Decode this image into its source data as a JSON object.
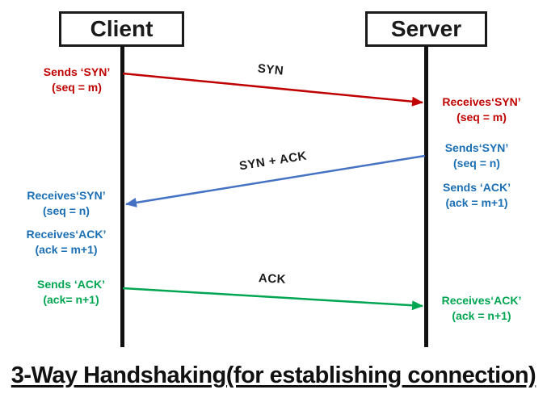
{
  "diagram": {
    "title": "3-Way Handshaking(for establishing connection)",
    "actors": {
      "client": "Client",
      "server": "Server"
    },
    "messages": {
      "syn": "SYN",
      "syn_ack": "SYN + ACK",
      "ack": "ACK"
    },
    "annotations": {
      "client_sends_syn": {
        "line1": "Sends ‘SYN’",
        "line2": "(seq = m)"
      },
      "server_receives_syn": {
        "line1": "Receives‘SYN’",
        "line2": "(seq = m)"
      },
      "server_sends_syn": {
        "line1": "Sends‘SYN’",
        "line2": "(seq = n)"
      },
      "server_sends_ack": {
        "line1": "Sends ‘ACK’",
        "line2": "(ack = m+1)"
      },
      "client_receives_syn": {
        "line1": "Receives‘SYN’",
        "line2": "(seq = n)"
      },
      "client_receives_ack": {
        "line1": "Receives‘ACK’",
        "line2": "(ack = m+1)"
      },
      "client_sends_ack": {
        "line1": "Sends ‘ACK’",
        "line2": "(ack= n+1)"
      },
      "server_receives_ack": {
        "line1": "Receives‘ACK’",
        "line2": "(ack = n+1)"
      }
    },
    "colors": {
      "syn_arrow_red": "#c00000",
      "syn_ack_arrow_blue": "#4472c4",
      "blue_text": "#1b6fb5",
      "ack_arrow_green": "#00a651",
      "lifeline_black": "#111111"
    }
  }
}
